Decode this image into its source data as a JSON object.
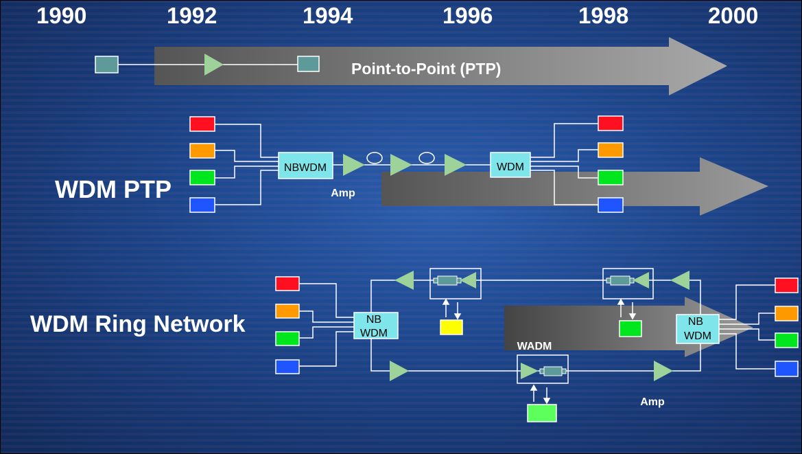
{
  "years": [
    "1990",
    "1992",
    "1994",
    "1996",
    "1998",
    "2000"
  ],
  "ptp": {
    "arrow_label": "Point-to-Point (PTP)"
  },
  "wdm_ptp": {
    "title": "WDM PTP",
    "mux_label": "NBWDM",
    "demux_label": "WDM",
    "amp_label": "Amp"
  },
  "ring": {
    "title": "WDM Ring Network",
    "node_label_line1": "NB",
    "node_label_line2": "WDM",
    "wadm_label": "WADM",
    "amp_label": "Amp"
  },
  "colors": {
    "red": "#ff1020",
    "orange": "#ff9900",
    "green": "#00e61e",
    "blue": "#1e55ff",
    "yellow": "#ffff00",
    "cyan": "#7ee6ea",
    "teal": "#5f9a9a",
    "amp": "#9ed29b",
    "light_green": "#5cff5c",
    "arrow_gray": "#8c8c8c"
  }
}
